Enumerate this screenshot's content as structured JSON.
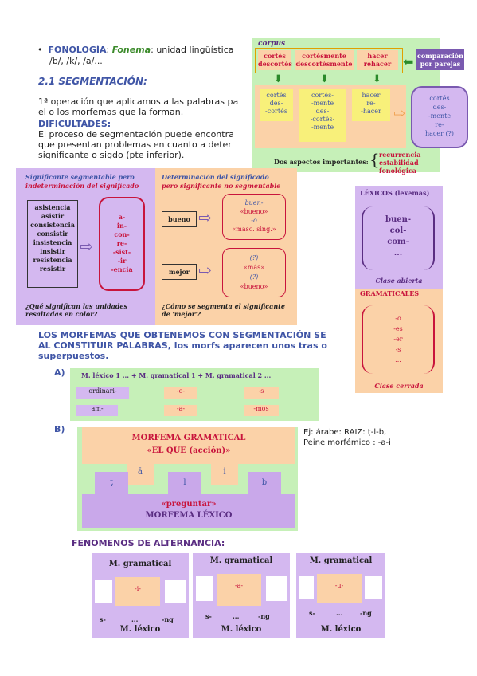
{
  "fonologia": {
    "label": "FONOLOGÍA",
    "fonema": "Fonema",
    "rest": ": unidad lingüística",
    "examples": "/b/, /k/, /a/..."
  },
  "seg_title": "2.1 SEGMENTACIÓN:",
  "seg_para": [
    "1ª operación que aplicamos a las palabras pa",
    "el o los morfemas que la forman."
  ],
  "dificultades": "DIFICULTADES:",
  "dif_para": [
    "El proceso de segmentación puede encontra",
    "que presentan problemas en cuanto a deter",
    "significante o sigdo (pte inferior)."
  ],
  "corpus": {
    "label": "corpus",
    "row1": [
      "cortés\ndescortés",
      "cortésmente\ndescortésmente",
      "hacer\nrehacer"
    ],
    "compare": "comparación\npor parejas",
    "row2": [
      "cortés\ndes-\n-cortés",
      "cortés-\n-mente\ndes-\n-cortés-\n-mente",
      "hacer\nre-\n-hacer"
    ],
    "result": "cortés\ndes-\n-mente\nre-\nhacer (?)",
    "aspects": "Dos aspectos importantes:",
    "aspects_list": [
      "recurrencia",
      "estabilidad fonológica"
    ]
  },
  "left_panel": {
    "title1": "Significante segmentable pero",
    "title2": "indeterminación del significado",
    "words": [
      "asistencia",
      "asistir",
      "consistencia",
      "consistir",
      "insistencia",
      "insistir",
      "resistencia",
      "resistir"
    ],
    "parts": [
      "a-",
      "in-",
      "con-",
      "re-",
      "-sist-",
      "-ir",
      "-encia"
    ],
    "question": "¿Qué significan las unidades resaltadas en color?"
  },
  "right_panel": {
    "title1": "Determinación del significado",
    "title2": "pero significante no segmentable",
    "bueno": "bueno",
    "bueno_parts": [
      "buen-",
      "«bueno»",
      "-o",
      "«masc. sing.»"
    ],
    "mejor": "mejor",
    "mejor_parts": [
      "(?)",
      "«más»",
      "(?)",
      "«bueno»"
    ],
    "question": "¿Cómo se segmenta el significante de 'mejor'?"
  },
  "lexicos": {
    "title": "LÉXICOS (lexemas)",
    "items": [
      "buen-",
      "col-",
      "com-",
      "..."
    ],
    "footer": "Clase abierta"
  },
  "gramaticales": {
    "title": "GRAMATICALES",
    "items": [
      "-o",
      "-es",
      "-er",
      "-s",
      "..."
    ],
    "footer": "Clase cerrada"
  },
  "morfemas_heading": [
    "LOS MORFEMAS QUE OBTENEMOS CON SEGMENTACIÓN SE",
    "AL CONSTITUIR PALABRAS, los morfs aparecen unos tras o",
    "superpuestos."
  ],
  "sectionA": {
    "label": "A)",
    "formula": "M. léxico 1 ... + M. gramatical 1 + M. gramatical 2 ...",
    "row1": [
      "ordinari-",
      "-o-",
      "-s"
    ],
    "row2": [
      "am-",
      "-a-",
      "-mos"
    ]
  },
  "sectionB": {
    "label": "B)",
    "top1": "MORFEMA GRAMATICAL",
    "top2": "«EL QUE (acción)»",
    "vowels": [
      "ā",
      "i"
    ],
    "cons": [
      "ṭ",
      "l",
      "b"
    ],
    "bottom1": "«preguntar»",
    "bottom2": "MORFEMA LÉXICO",
    "note1": "Ej: árabe: RAIZ: ṭ-l-b,",
    "note2": "Peine morfémico : -a-i"
  },
  "alternancia": {
    "title": "FENOMENOS DE ALTERNANCIA:",
    "boxes": [
      {
        "top": "M. gramatical",
        "infix": "-i-",
        "left": "s-",
        "dots": "...",
        "right": "-ng",
        "bottom": "M. léxico"
      },
      {
        "top": "M. gramatical",
        "infix": "-a-",
        "left": "s-",
        "dots": "...",
        "right": "-ng",
        "bottom": "M. léxico"
      },
      {
        "top": "M. gramatical",
        "infix": "-u-",
        "left": "s-",
        "dots": "...",
        "right": "-ng",
        "bottom": "M. léxico"
      }
    ]
  },
  "colors": {
    "purple": "#d4b8f0",
    "peach": "#fbd2a8",
    "green": "#c6f0b8",
    "red": "#c8143c",
    "blue": "#3f55a6"
  }
}
